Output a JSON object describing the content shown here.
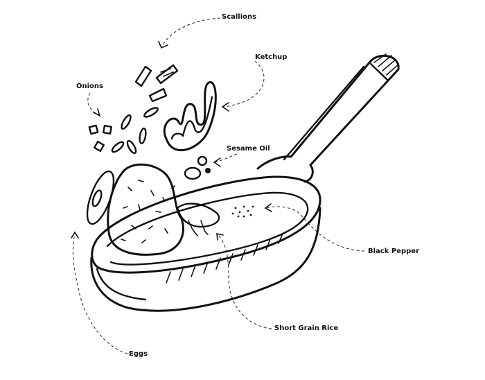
{
  "labels": {
    "scallions": "Scallions",
    "ketchup": "Ketchup",
    "onions": "Onions",
    "sesame_oil": "Sesame Oil",
    "black_pepper": "Black Pepper",
    "short_grain_rice": "Short Grain Rice",
    "eggs": "Eggs"
  },
  "colors": {
    "ink": "#111111",
    "background": "#ffffff"
  }
}
